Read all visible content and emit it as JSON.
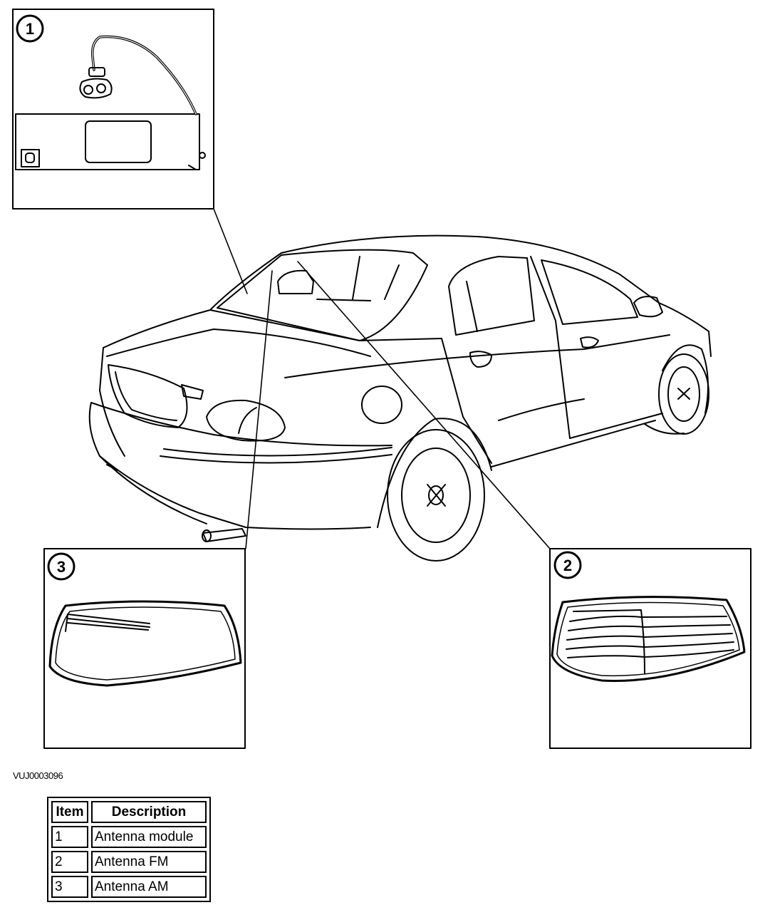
{
  "callouts": [
    {
      "number": "1"
    },
    {
      "number": "2"
    },
    {
      "number": "3"
    }
  ],
  "figure_ref": "VUJ0003096",
  "legend": {
    "headers": {
      "item": "Item",
      "description": "Description"
    },
    "rows": [
      {
        "item": "1",
        "description": "Antenna module"
      },
      {
        "item": "2",
        "description": "Antenna FM"
      },
      {
        "item": "3",
        "description": "Antenna AM"
      }
    ]
  }
}
